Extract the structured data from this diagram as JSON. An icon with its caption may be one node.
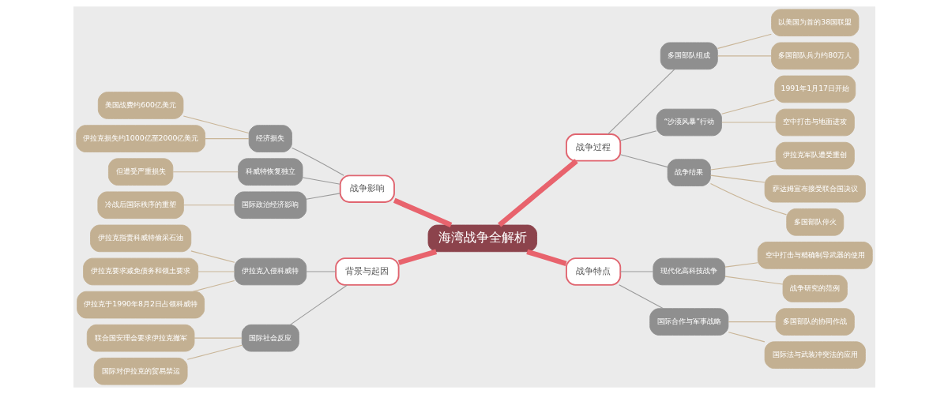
{
  "diagram": {
    "nodes": [
      {
        "text": [
          "海湾战争全解析"
        ]
      },
      {
        "text": [
          "战争过程"
        ]
      },
      {
        "text": [
          "多国部队组成"
        ]
      },
      {
        "text": [
          "以美国为首的38国联盟"
        ]
      },
      {
        "text": [
          "多国部队兵力约80万人"
        ]
      },
      {
        "text": [
          "“沙漠风暴”行动"
        ]
      },
      {
        "text": [
          "1991年1月17日开始"
        ]
      },
      {
        "text": [
          "空中打击与地面进攻"
        ]
      },
      {
        "text": [
          "战争结果"
        ]
      },
      {
        "text": [
          "伊拉克军队遭受重创"
        ]
      },
      {
        "text": [
          "萨达姆宣布接受联合国决议"
        ]
      },
      {
        "text": [
          "多国部队停火"
        ]
      },
      {
        "text": [
          "战争特点"
        ]
      },
      {
        "text": [
          "现代化高科技战争"
        ]
      },
      {
        "text": [
          "空中打击与精确制导武器的使用"
        ]
      },
      {
        "text": [
          "战争研究的范例"
        ]
      },
      {
        "text": [
          "国际合作与军事战略"
        ]
      },
      {
        "text": [
          "多国部队的协同作战"
        ]
      },
      {
        "text": [
          "国际法与武装冲突法的应用"
        ]
      },
      {
        "text": [
          "战争影响"
        ]
      },
      {
        "text": [
          "经济损失"
        ]
      },
      {
        "text": [
          "美国战费约600亿美元"
        ]
      },
      {
        "text": [
          "伊拉克损失约1000亿至2000亿美元"
        ]
      },
      {
        "text": [
          "科威特恢复独立"
        ]
      },
      {
        "text": [
          "但遭受严重损失"
        ]
      },
      {
        "text": [
          "国际政治经济影响"
        ]
      },
      {
        "text": [
          "冷战后国际秩序的重塑"
        ]
      },
      {
        "text": [
          "背景与起因"
        ]
      },
      {
        "text": [
          "伊拉克入侵科威特"
        ]
      },
      {
        "text": [
          "伊拉克指责科威特偷采石油"
        ]
      },
      {
        "text": [
          "伊拉克要求减免债务和领土要求"
        ]
      },
      {
        "text": [
          "伊拉克于1990年8月2日占领科威特"
        ]
      },
      {
        "text": [
          "国际社会反应"
        ]
      },
      {
        "text": [
          "联合国安理会要求伊拉克撤军"
        ]
      },
      {
        "text": [
          "国际对伊拉克的贸易禁运"
        ]
      }
    ],
    "edges": [
      {
        "from": 0,
        "to": 1,
        "arrow": "none",
        "style": "thick",
        "color": "#e8636d"
      },
      {
        "from": 1,
        "to": 2,
        "arrow": "none",
        "color": "#9a9a9a"
      },
      {
        "from": 2,
        "to": 3,
        "arrow": "none"
      },
      {
        "from": 2,
        "to": 4,
        "arrow": "none"
      },
      {
        "from": 1,
        "to": 5,
        "arrow": "none",
        "color": "#9a9a9a"
      },
      {
        "from": 5,
        "to": 6,
        "arrow": "none"
      },
      {
        "from": 5,
        "to": 7,
        "arrow": "none"
      },
      {
        "from": 1,
        "to": 8,
        "arrow": "none",
        "color": "#9a9a9a"
      },
      {
        "from": 8,
        "to": 9,
        "arrow": "none"
      },
      {
        "from": 8,
        "to": 10,
        "arrow": "none"
      },
      {
        "from": 8,
        "to": 11,
        "arrow": "none"
      },
      {
        "from": 0,
        "to": 12,
        "arrow": "none",
        "style": "thick",
        "color": "#e8636d"
      },
      {
        "from": 12,
        "to": 13,
        "arrow": "none",
        "color": "#9a9a9a"
      },
      {
        "from": 13,
        "to": 14,
        "arrow": "none"
      },
      {
        "from": 13,
        "to": 15,
        "arrow": "none"
      },
      {
        "from": 12,
        "to": 16,
        "arrow": "none",
        "color": "#9a9a9a"
      },
      {
        "from": 16,
        "to": 17,
        "arrow": "none"
      },
      {
        "from": 16,
        "to": 18,
        "arrow": "none"
      },
      {
        "from": 19,
        "to": 0,
        "arrow": "none",
        "style": "thick",
        "color": "#e8636d"
      },
      {
        "from": 20,
        "to": 19,
        "arrow": "none",
        "color": "#9a9a9a"
      },
      {
        "from": 21,
        "to": 20,
        "arrow": "none"
      },
      {
        "from": 22,
        "to": 20,
        "arrow": "none"
      },
      {
        "from": 23,
        "to": 19,
        "arrow": "none",
        "color": "#9a9a9a"
      },
      {
        "from": 24,
        "to": 23,
        "arrow": "none"
      },
      {
        "from": 25,
        "to": 19,
        "arrow": "none",
        "color": "#9a9a9a"
      },
      {
        "from": 26,
        "to": 25,
        "arrow": "none"
      },
      {
        "from": 27,
        "to": 0,
        "arrow": "none",
        "style": "thick",
        "color": "#e8636d"
      },
      {
        "from": 28,
        "to": 27,
        "arrow": "none",
        "color": "#9a9a9a"
      },
      {
        "from": 29,
        "to": 28,
        "arrow": "none"
      },
      {
        "from": 30,
        "to": 28,
        "arrow": "none"
      },
      {
        "from": 31,
        "to": 28,
        "arrow": "none"
      },
      {
        "from": 32,
        "to": 27,
        "arrow": "none",
        "color": "#9a9a9a"
      },
      {
        "from": 33,
        "to": 32,
        "arrow": "none"
      },
      {
        "from": 34,
        "to": 32,
        "arrow": "none"
      }
    ]
  }
}
